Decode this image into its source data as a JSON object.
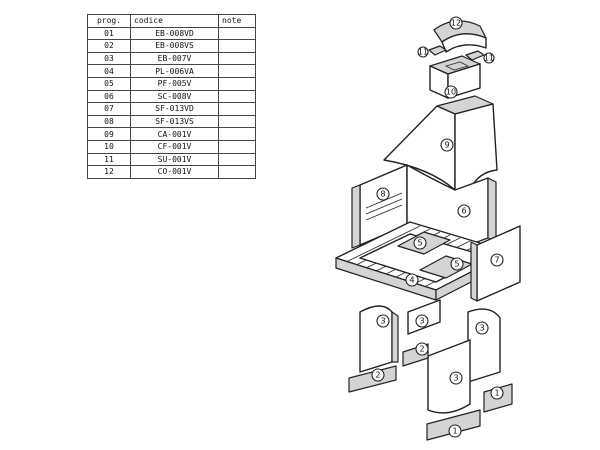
{
  "table": {
    "headers": {
      "prog": "prog.",
      "code": "codice",
      "note": "note"
    },
    "rows": [
      {
        "prog": "01",
        "code": "EB-008VD",
        "note": ""
      },
      {
        "prog": "02",
        "code": "EB-008VS",
        "note": ""
      },
      {
        "prog": "03",
        "code": "EB-007V",
        "note": ""
      },
      {
        "prog": "04",
        "code": "PL-006VA",
        "note": ""
      },
      {
        "prog": "05",
        "code": "PF-005V",
        "note": ""
      },
      {
        "prog": "06",
        "code": "SC-008V",
        "note": ""
      },
      {
        "prog": "07",
        "code": "SF-013VD",
        "note": ""
      },
      {
        "prog": "08",
        "code": "SF-013VS",
        "note": ""
      },
      {
        "prog": "09",
        "code": "CA-001V",
        "note": ""
      },
      {
        "prog": "10",
        "code": "CF-001V",
        "note": ""
      },
      {
        "prog": "11",
        "code": "SU-001V",
        "note": ""
      },
      {
        "prog": "12",
        "code": "CO-001V",
        "note": ""
      }
    ]
  },
  "callouts": {
    "c1a": "1",
    "c1b": "1",
    "c2a": "2",
    "c2b": "2",
    "c3a": "3",
    "c3b": "3",
    "c3c": "3",
    "c3d": "3",
    "c4": "4",
    "c5a": "5",
    "c5b": "5",
    "c6": "6",
    "c7": "7",
    "c8": "8",
    "c9": "9",
    "c10": "10",
    "c11a": "11",
    "c11b": "11",
    "c12": "12"
  }
}
